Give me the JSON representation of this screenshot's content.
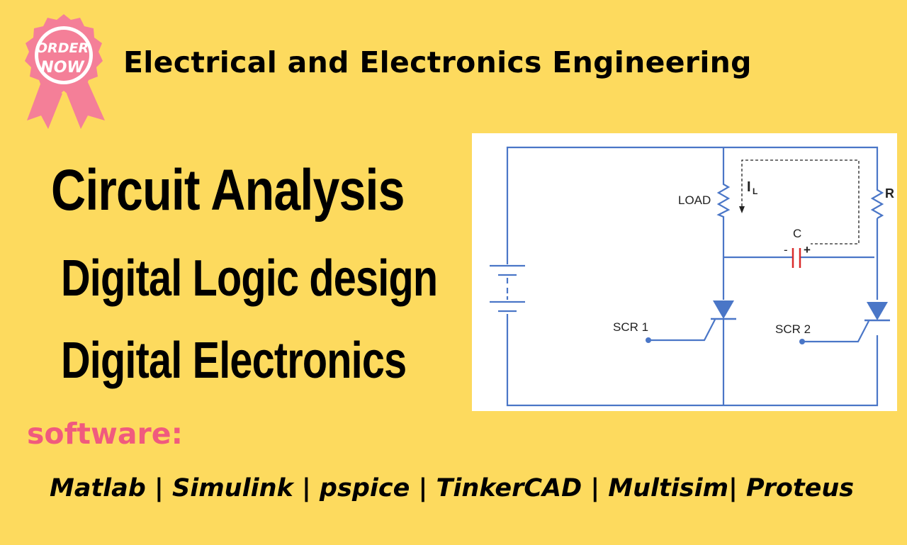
{
  "badge": {
    "line1": "ORDER",
    "line2": "NOW"
  },
  "header": {
    "title": "Electrical and Electronics Engineering"
  },
  "topics": [
    "Circuit Analysis",
    "Digital Logic design",
    "Digital Electronics"
  ],
  "diagram": {
    "labels": {
      "load": "LOAD",
      "current": "I",
      "current_sub": "L",
      "resistor": "R",
      "capacitor": "C",
      "cap_minus": "-",
      "cap_plus": "+",
      "scr1": "SCR 1",
      "scr2": "SCR 2"
    }
  },
  "software": {
    "label": "software:",
    "tools": "Matlab | Simulink | pspice | TinkerCAD | Multisim| Proteus"
  },
  "colors": {
    "background": "#FDDA5E",
    "badge_pink": "#F47F98",
    "software_pink": "#F05A7E",
    "wire_blue": "#4A76C7",
    "capacitor_red": "#D92B2B"
  }
}
